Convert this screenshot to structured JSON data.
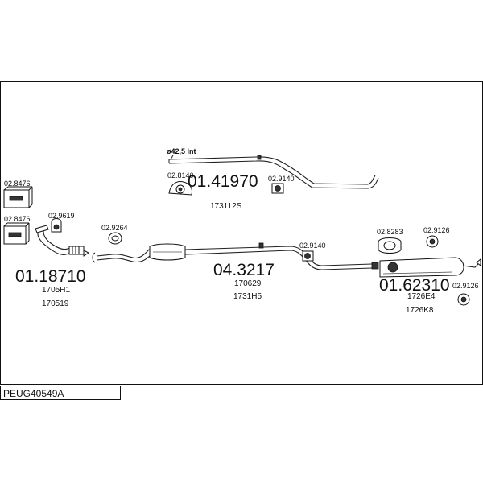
{
  "frame": {
    "title": "PEUG40549A"
  },
  "parts": {
    "main_numbers": [
      "01.41970",
      "01.18710",
      "04.3217",
      "01.62310"
    ],
    "codes": {
      "c173112S": "173112S",
      "c1705H1": "1705H1",
      "c170519": "170519",
      "c170629": "170629",
      "c1731H5": "1731H5",
      "c1726E4": "1726E4",
      "c1726K8": "1726K8"
    },
    "accessories": {
      "a8476_top": "02.8476",
      "a8476_bot": "02.8476",
      "a9619": "02.9619",
      "a9264": "02.9264",
      "a8140": "02.8140",
      "a9140_top": "02.9140",
      "a9140_mid": "02.9140",
      "a8283": "02.8283",
      "a9126_top": "02.9126",
      "a9126_right": "02.9126"
    },
    "dimension_note": "ø42,5  Int"
  }
}
